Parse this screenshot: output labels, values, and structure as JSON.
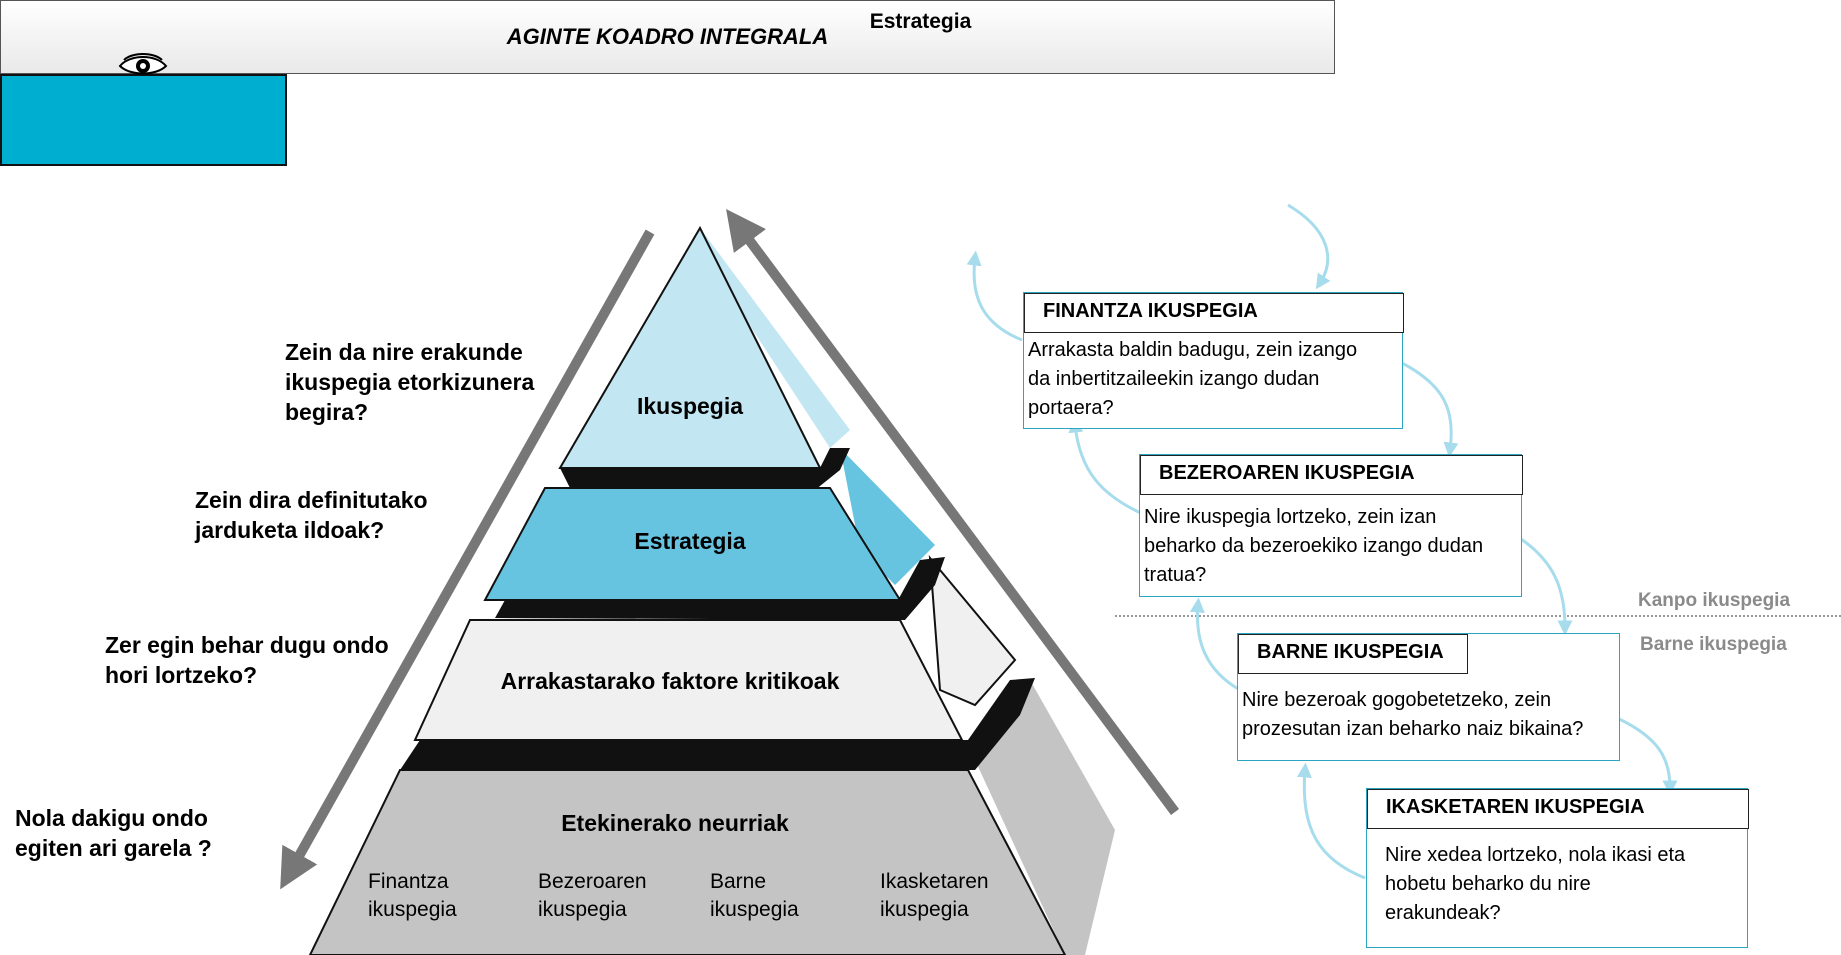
{
  "title": "AGINTE KOADRO INTEGRALA",
  "questions": [
    "Zein da nire erakunde ikuspegia etorkizunera begira?",
    "Zein dira definitutako jarduketa ildoak?",
    "Zer egin behar dugu ondo hori lortzeko?",
    "Nola dakigu ondo egiten ari garela ?"
  ],
  "pyramid": {
    "levels": [
      "Ikuspegia",
      "Estrategia",
      "Arrakastarako faktore kritikoak",
      "Etekinerako neurriak"
    ],
    "base_items": [
      [
        "Finantza",
        "ikuspegia"
      ],
      [
        "Bezeroaren",
        "ikuspegia"
      ],
      [
        "Barne",
        "ikuspegia"
      ],
      [
        "Ikasketaren",
        "ikuspegia"
      ]
    ]
  },
  "flow": {
    "strategy_label": "Estrategia",
    "strategy_icon": "eye-icon",
    "boxes": [
      {
        "head": "FINANTZA IKUSPEGIA",
        "lines": [
          "Arrakasta baldin badugu, zein izango",
          "da inbertitzaileekin izango dudan",
          "portaera?"
        ]
      },
      {
        "head": "BEZEROAREN IKUSPEGIA",
        "lines": [
          "Nire ikuspegia lortzeko, zein izan",
          "beharko da bezeroekiko izango dudan",
          "tratua?"
        ]
      },
      {
        "head": "BARNE IKUSPEGIA",
        "lines": [
          "Nire bezeroak gogobetetzeko, zein",
          "prozesutan izan beharko naiz bikaina?"
        ]
      },
      {
        "head": "IKASKETAREN IKUSPEGIA",
        "lines": [
          "Nire xedea lortzeko, nola ikasi eta",
          "hobetu beharko du nire",
          "erakundeak?"
        ]
      }
    ],
    "divider_top": "Kanpo ikuspegia",
    "divider_bottom": "Barne ikuspegia"
  },
  "colors": {
    "vision": "#c2e6f2",
    "strategy": "#66c4e0",
    "critical": "#f0f0f0",
    "measures": "#c4c4c4",
    "dark_step": "#111111",
    "strategy_box": "#00aed0",
    "flow_arrow": "#a6dcec",
    "side_arrow": "#777777"
  }
}
